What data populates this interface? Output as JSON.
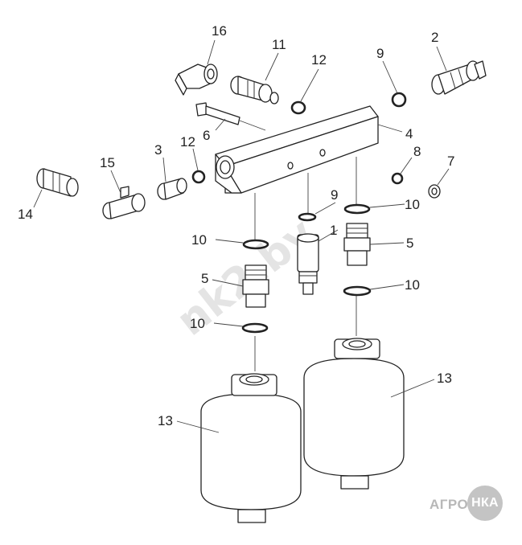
{
  "callouts": {
    "c16": "16",
    "c11": "11",
    "c12a": "12",
    "c9a": "9",
    "c2": "2",
    "c6": "6",
    "c4": "4",
    "c3": "3",
    "c12b": "12",
    "c8": "8",
    "c7": "7",
    "c15": "15",
    "c14": "14",
    "c9b": "9",
    "c10a": "10",
    "c1": "1",
    "c10b": "10",
    "c5a": "5",
    "c5b": "5",
    "c10c": "10",
    "c10d": "10",
    "c13a": "13",
    "c13b": "13"
  },
  "watermark": "nk2.by",
  "brand": {
    "left_text": "АГРО",
    "circle_text": "НКА"
  },
  "colors": {
    "line": "#222222",
    "watermark": "#cfcfcf",
    "logo_grey": "#c4c4c4"
  }
}
